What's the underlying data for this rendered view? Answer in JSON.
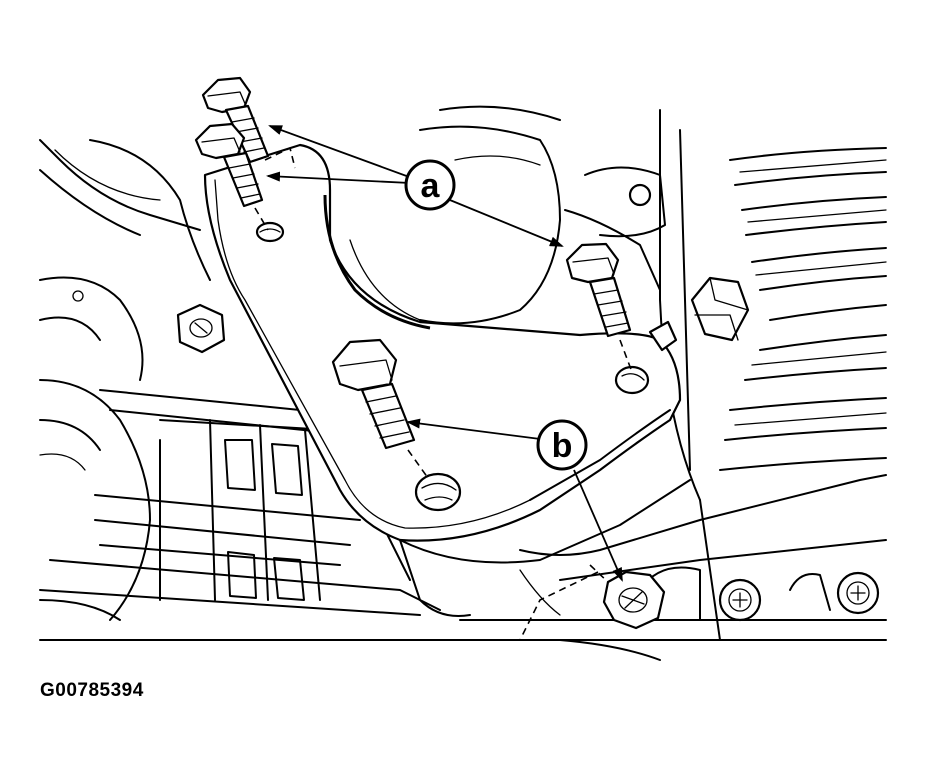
{
  "figure": {
    "id": "G00785394"
  },
  "callouts": [
    {
      "key": "a",
      "label": "a"
    },
    {
      "key": "b",
      "label": "b"
    }
  ],
  "colors": {
    "ink": "#000000",
    "paper": "#ffffff"
  }
}
